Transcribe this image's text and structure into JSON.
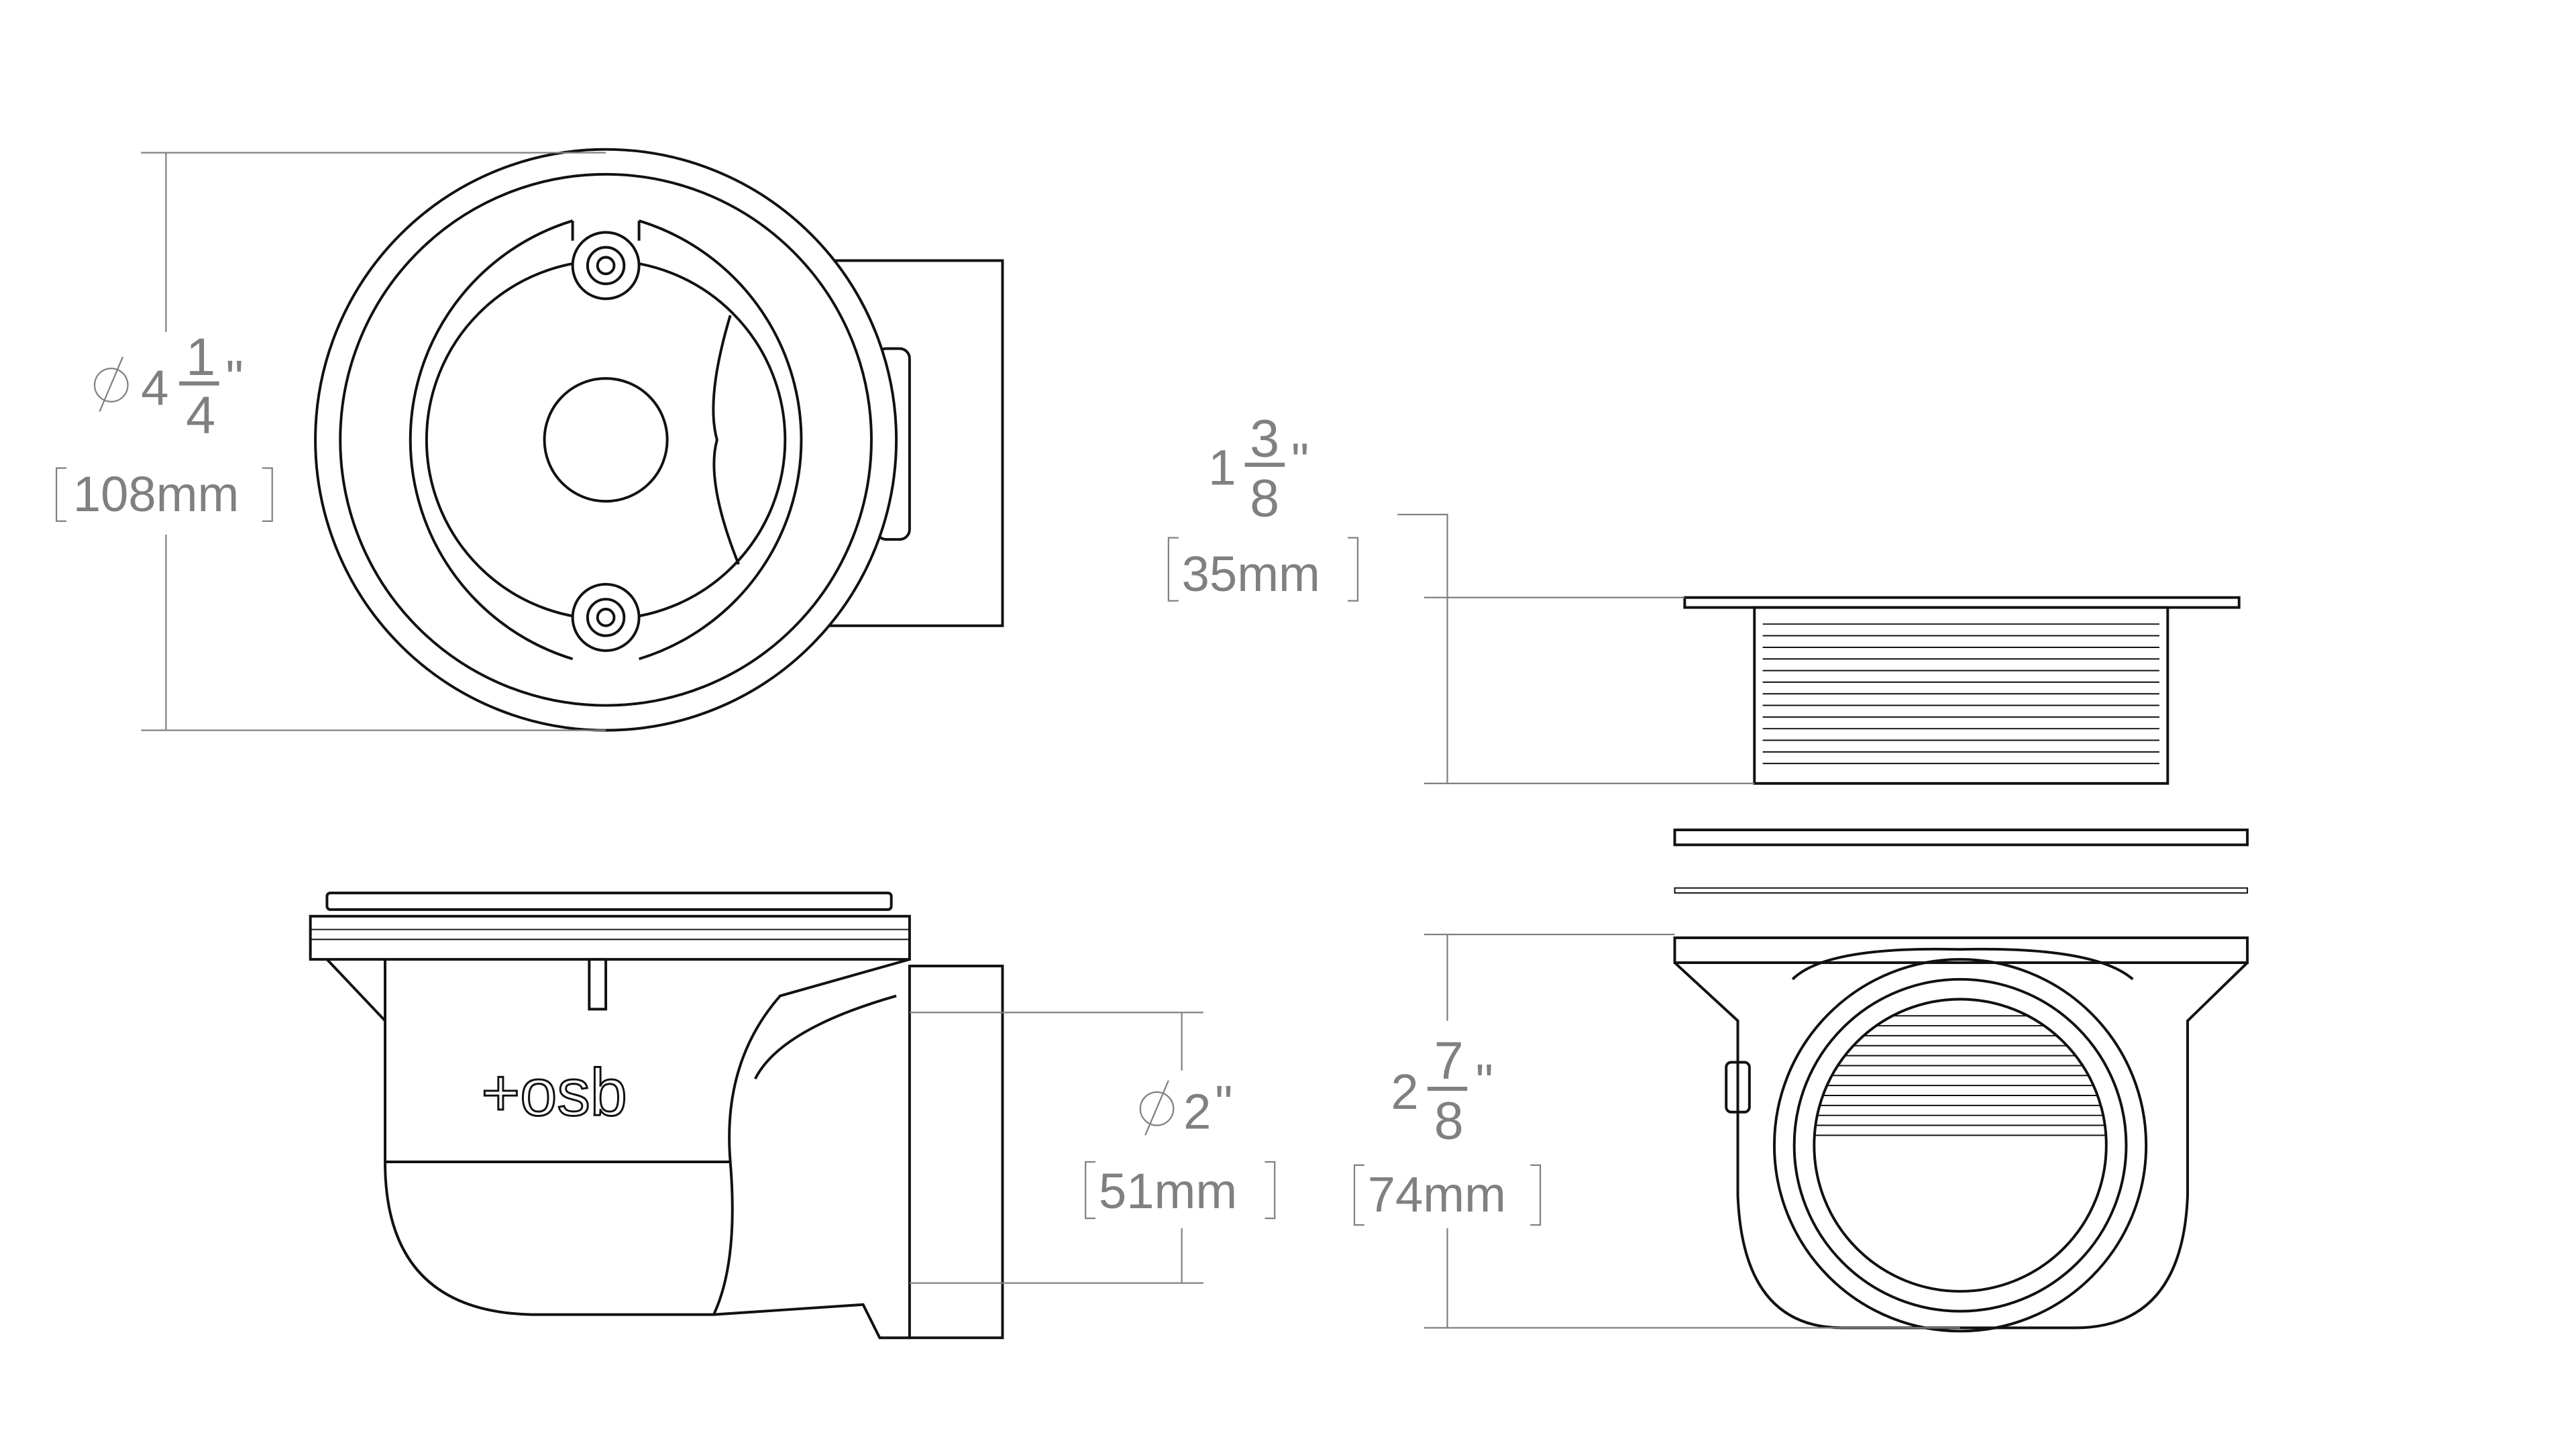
{
  "logo_text": "+osb",
  "dimensions": {
    "diameter_outer": {
      "whole": "4",
      "num": "1",
      "den": "4",
      "unit": "\"",
      "metric": "108mm"
    },
    "flange_height": {
      "whole": "1",
      "num": "3",
      "den": "8",
      "unit": "\"",
      "metric": "35mm"
    },
    "outlet_diameter": {
      "whole": "2",
      "unit": "\"",
      "metric": "51mm"
    },
    "body_height": {
      "whole": "2",
      "num": "7",
      "den": "8",
      "unit": "\"",
      "metric": "74mm"
    }
  },
  "colors": {
    "line": "#111111",
    "dimension": "#808080"
  }
}
